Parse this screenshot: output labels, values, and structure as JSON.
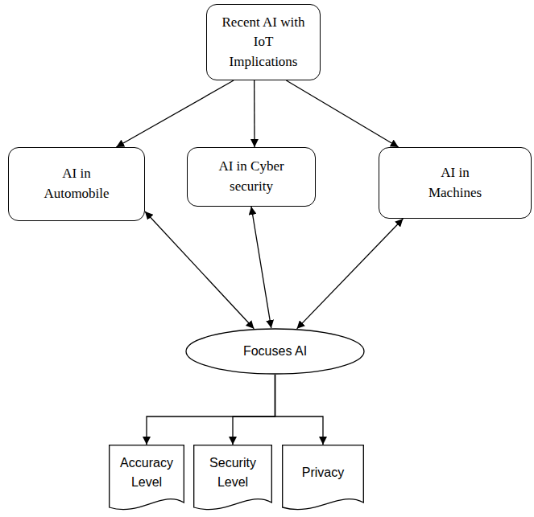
{
  "diagram": {
    "nodes": [
      {
        "text": [
          "Recent AI with IoT Implications"
        ]
      },
      {
        "text": [
          "AI in Automobile"
        ]
      },
      {
        "text": [
          "AI in Cyber security"
        ]
      },
      {
        "text": [
          "AI in Machines"
        ]
      },
      {
        "text": [
          "Focuses AI"
        ]
      },
      {
        "text": [
          "Accuracy Level"
        ]
      },
      {
        "text": [
          "Security Level"
        ]
      },
      {
        "text": [
          "Privacy"
        ]
      }
    ],
    "edges": [
      {
        "from": 0,
        "to": 1,
        "arrow": "to"
      },
      {
        "from": 0,
        "to": 2,
        "arrow": "to"
      },
      {
        "from": 0,
        "to": 3,
        "arrow": "to"
      },
      {
        "from": 1,
        "to": 4,
        "arrow": "both"
      },
      {
        "from": 2,
        "to": 4,
        "arrow": "both"
      },
      {
        "from": 3,
        "to": 4,
        "arrow": "both"
      },
      {
        "from": 4,
        "to": 5,
        "arrow": "to"
      },
      {
        "from": 4,
        "to": 6,
        "arrow": "to"
      },
      {
        "from": 4,
        "to": 7,
        "arrow": "to"
      }
    ]
  }
}
